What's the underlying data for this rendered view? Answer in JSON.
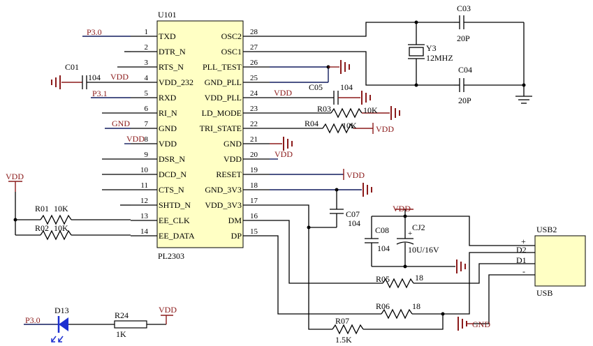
{
  "ic": {
    "ref": "U101",
    "part": "PL2303",
    "left_pins": [
      {
        "num": "1",
        "name": "TXD"
      },
      {
        "num": "2",
        "name": "DTR_N"
      },
      {
        "num": "3",
        "name": "RTS_N"
      },
      {
        "num": "4",
        "name": "VDD_232"
      },
      {
        "num": "5",
        "name": "RXD"
      },
      {
        "num": "6",
        "name": "RI_N"
      },
      {
        "num": "7",
        "name": "GND"
      },
      {
        "num": "8",
        "name": "VDD"
      },
      {
        "num": "9",
        "name": "DSR_N"
      },
      {
        "num": "10",
        "name": "DCD_N"
      },
      {
        "num": "11",
        "name": "CTS_N"
      },
      {
        "num": "12",
        "name": "SHTD_N"
      },
      {
        "num": "13",
        "name": "EE_CLK"
      },
      {
        "num": "14",
        "name": "EE_DATA"
      }
    ],
    "right_pins": [
      {
        "num": "28",
        "name": "OSC2"
      },
      {
        "num": "27",
        "name": "OSC1"
      },
      {
        "num": "26",
        "name": "PLL_TEST"
      },
      {
        "num": "25",
        "name": "GND_PLL"
      },
      {
        "num": "24",
        "name": "VDD_PLL"
      },
      {
        "num": "23",
        "name": "LD_MODE"
      },
      {
        "num": "22",
        "name": "TRI_STATE"
      },
      {
        "num": "21",
        "name": "GND"
      },
      {
        "num": "20",
        "name": "VDD"
      },
      {
        "num": "19",
        "name": "RESET"
      },
      {
        "num": "18",
        "name": "GND_3V3"
      },
      {
        "num": "17",
        "name": "VDD_3V3"
      },
      {
        "num": "16",
        "name": "DM"
      },
      {
        "num": "15",
        "name": "DP"
      }
    ]
  },
  "nets": {
    "p30_a": "P3.0",
    "p31": "P3.1",
    "gnd_pin7": "GND",
    "vdd_c01": "VDD",
    "vdd_pin8": "VDD",
    "vdd_pll": "VDD",
    "vdd_r04": "VDD",
    "vdd_pin20": "VDD",
    "vdd_reset": "VDD",
    "vdd_left": "VDD",
    "vdd_cj2": "VDD",
    "vdd_r24": "VDD",
    "p30_b": "P3.0",
    "gnd_usb": "GND"
  },
  "parts": {
    "c01": {
      "ref": "C01",
      "value": "104"
    },
    "c03": {
      "ref": "C03",
      "value": "20P"
    },
    "c04": {
      "ref": "C04",
      "value": "20P"
    },
    "y3": {
      "ref": "Y3",
      "value": "12MHZ"
    },
    "c05": {
      "ref": "C05",
      "value": "104"
    },
    "r03": {
      "ref": "R03",
      "value": "10K"
    },
    "r04": {
      "ref": "R04",
      "value": "10K"
    },
    "c07": {
      "ref": "C07",
      "value": "104"
    },
    "c08": {
      "ref": "C08",
      "value": "104"
    },
    "cj2": {
      "ref": "CJ2",
      "value": "10U/16V",
      "polarity": "+"
    },
    "r01": {
      "ref": "R01",
      "value": "10K"
    },
    "r02": {
      "ref": "R02",
      "value": "10K"
    },
    "r05": {
      "ref": "R05",
      "value": "18"
    },
    "r06": {
      "ref": "R06",
      "value": "18"
    },
    "r07": {
      "ref": "R07",
      "value": "1.5K"
    },
    "d13": {
      "ref": "D13"
    },
    "r24": {
      "ref": "R24",
      "value": "1K"
    }
  },
  "usb": {
    "ref": "USB2",
    "label": "USB",
    "pins": [
      "+",
      "D2",
      "D1",
      "-"
    ]
  },
  "colors": {
    "wire": "#000000",
    "net": "#111c5e",
    "power": "#8b1a1a",
    "ic_fill": "#ffffc4",
    "diode": "#1c2fd0"
  }
}
